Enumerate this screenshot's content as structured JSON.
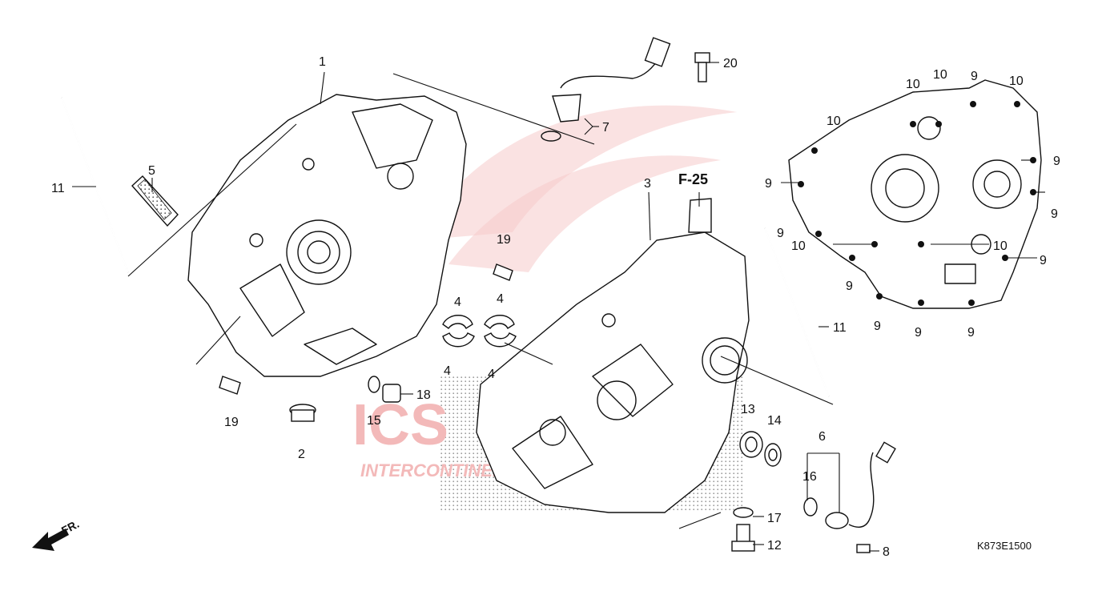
{
  "diagram": {
    "ref_label": "F-25",
    "code": "K873E1500",
    "direction_label": "FR.",
    "watermark": {
      "brand": "ICS",
      "tagline": "INTERCONTINENTAL SPARE PARTS"
    },
    "callouts": [
      {
        "id": "c1",
        "text": "1"
      },
      {
        "id": "c2",
        "text": "2"
      },
      {
        "id": "c3",
        "text": "3"
      },
      {
        "id": "c4a",
        "text": "4"
      },
      {
        "id": "c4b",
        "text": "4"
      },
      {
        "id": "c4c",
        "text": "4"
      },
      {
        "id": "c4d",
        "text": "4"
      },
      {
        "id": "c5",
        "text": "5"
      },
      {
        "id": "c6",
        "text": "6"
      },
      {
        "id": "c7",
        "text": "7"
      },
      {
        "id": "c8",
        "text": "8"
      },
      {
        "id": "c9a",
        "text": "9"
      },
      {
        "id": "c9b",
        "text": "9"
      },
      {
        "id": "c9c",
        "text": "9"
      },
      {
        "id": "c9d",
        "text": "9"
      },
      {
        "id": "c9e",
        "text": "9"
      },
      {
        "id": "c9f",
        "text": "9"
      },
      {
        "id": "c9g",
        "text": "9"
      },
      {
        "id": "c9h",
        "text": "9"
      },
      {
        "id": "c9i",
        "text": "9"
      },
      {
        "id": "c9j",
        "text": "9"
      },
      {
        "id": "c10a",
        "text": "10"
      },
      {
        "id": "c10b",
        "text": "10"
      },
      {
        "id": "c10c",
        "text": "10"
      },
      {
        "id": "c10d",
        "text": "10"
      },
      {
        "id": "c10e",
        "text": "10"
      },
      {
        "id": "c10f",
        "text": "10"
      },
      {
        "id": "c11a",
        "text": "11"
      },
      {
        "id": "c11b",
        "text": "11"
      },
      {
        "id": "c12",
        "text": "12"
      },
      {
        "id": "c13",
        "text": "13"
      },
      {
        "id": "c14",
        "text": "14"
      },
      {
        "id": "c15",
        "text": "15"
      },
      {
        "id": "c16",
        "text": "16"
      },
      {
        "id": "c17",
        "text": "17"
      },
      {
        "id": "c18",
        "text": "18"
      },
      {
        "id": "c19a",
        "text": "19"
      },
      {
        "id": "c19b",
        "text": "19"
      },
      {
        "id": "c20",
        "text": "20"
      }
    ]
  }
}
